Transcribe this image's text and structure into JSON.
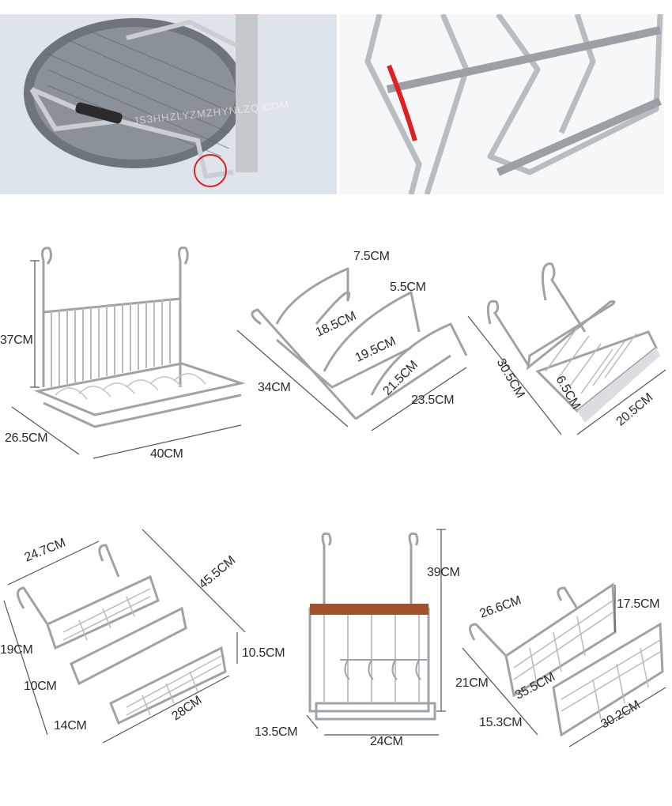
{
  "photos": {
    "watermark": "JS3HHZLYZMZHYNLZQ.COM"
  },
  "items": [
    {
      "name": "dish-rack",
      "dims": {
        "height": "37CM",
        "depth": "26.5CM",
        "width": "40CM"
      }
    },
    {
      "name": "lid-rack",
      "dims": {
        "d1": "7.5CM",
        "d2": "5.5CM",
        "d3": "18.5CM",
        "d4": "19.5CM",
        "d5": "21.5CM",
        "d6": "23.5CM",
        "d7": "34CM"
      }
    },
    {
      "name": "cutlery-basket",
      "dims": {
        "height": "30.5CM",
        "depth": "6.5CM",
        "width": "20.5CM"
      }
    },
    {
      "name": "spice-rack",
      "dims": {
        "top": "24.7CM",
        "length": "45.5CM",
        "d19": "19CM",
        "d10": "10CM",
        "d105": "10.5CM",
        "d14": "14CM",
        "d28": "28CM"
      }
    },
    {
      "name": "knife-holder",
      "dims": {
        "height": "39CM",
        "depth": "13.5CM",
        "width": "24CM"
      }
    },
    {
      "name": "double-basket",
      "dims": {
        "top": "26.6CM",
        "h": "17.5CM",
        "side": "21CM",
        "mid": "35.5CM",
        "d153": "15.3CM",
        "w": "30.2CM"
      }
    }
  ],
  "colors": {
    "metal": "#9ea3a8",
    "dim_line": "#555555",
    "highlight": "#e02020",
    "board": "#dcdde0",
    "wood": "#a0522d"
  }
}
